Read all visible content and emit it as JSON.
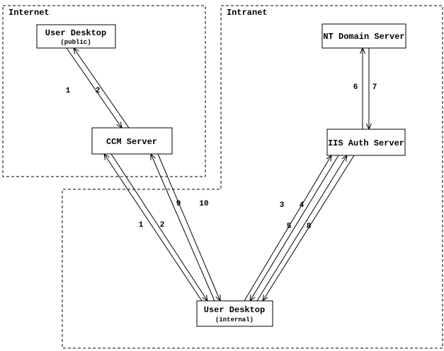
{
  "diagram": {
    "colors": {
      "line": "#000000",
      "background": "#ffffff"
    },
    "zones": {
      "internet": "Internet",
      "intranet": "Intranet"
    },
    "nodes": {
      "user_desktop_public": {
        "title": "User Desktop",
        "subtitle": "(public)"
      },
      "ccm_server": {
        "title": "CCM Server"
      },
      "nt_domain_server": {
        "title": "NT Domain Server"
      },
      "iis_auth_server": {
        "title": "IIS Auth Server"
      },
      "user_desktop_internal": {
        "title": "User Desktop",
        "subtitle": "(internal)"
      }
    },
    "edge_labels": {
      "pub_to_ccm_1": "1",
      "ccm_to_pub_2": "2",
      "int_to_iis_3": "3",
      "iis_to_int_4": "4",
      "int_to_iis_5": "5",
      "iis_to_nt_6": "6",
      "nt_to_iis_7": "7",
      "iis_to_int_8": "8",
      "int_to_ccm_9": "9",
      "ccm_to_int_10": "10",
      "int_to_ccm_1": "1",
      "ccm_to_int_2": "2"
    }
  }
}
